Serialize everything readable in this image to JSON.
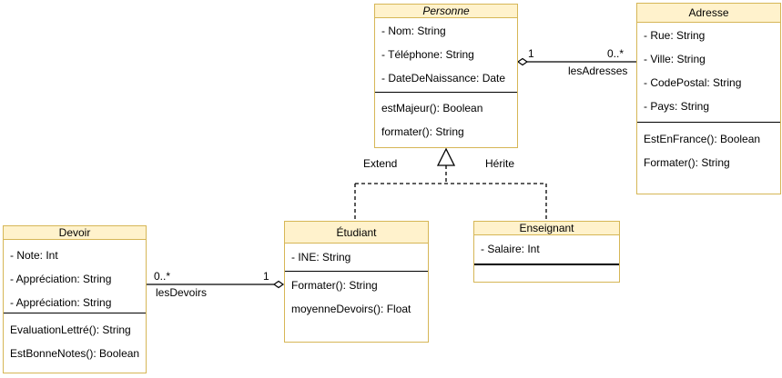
{
  "colors": {
    "class_header_fill": "#FFF2CC",
    "class_border": "#D6B656",
    "body_fill": "#FFFFFF",
    "line_color": "#000000",
    "text_color": "#000000"
  },
  "classes": {
    "personne": {
      "title": "Personne",
      "abstract": true,
      "attributes": [
        "- Nom: String",
        "- Téléphone: String",
        "- DateDeNaissance: Date"
      ],
      "methods": [
        "estMajeur(): Boolean",
        "formater(): String"
      ]
    },
    "adresse": {
      "title": "Adresse",
      "abstract": false,
      "attributes": [
        "- Rue: String",
        "- Ville: String",
        "- CodePostal: String",
        "- Pays: String"
      ],
      "methods": [
        "EstEnFrance(): Boolean",
        "Formater(): String"
      ]
    },
    "devoir": {
      "title": "Devoir",
      "abstract": false,
      "attributes": [
        "- Note: Int",
        "- Appréciation: String",
        "- Appréciation: String"
      ],
      "methods": [
        "EvaluationLettré(): String",
        "EstBonneNotes(): Boolean"
      ]
    },
    "etudiant": {
      "title": "Étudiant",
      "abstract": false,
      "attributes": [
        "- INE: String"
      ],
      "methods": [
        "Formater(): String",
        "moyenneDevoirs(): Float"
      ]
    },
    "enseignant": {
      "title": "Enseignant",
      "abstract": false,
      "attributes": [
        "- Salaire: Int"
      ],
      "methods": []
    }
  },
  "edges": {
    "personne_adresse": {
      "type": "aggregation",
      "personne_end_multiplicity": "1",
      "adresse_end_multiplicity": "0..*",
      "label": "lesAdresses"
    },
    "devoir_etudiant": {
      "type": "aggregation",
      "devoir_end_multiplicity": "0..*",
      "etudiant_end_multiplicity": "1",
      "label": "lesDevoirs"
    },
    "generalization_etudiant": {
      "type": "inheritance-dashed",
      "label": "Extend"
    },
    "generalization_enseignant": {
      "type": "inheritance-dashed",
      "label": "Hérite"
    }
  }
}
